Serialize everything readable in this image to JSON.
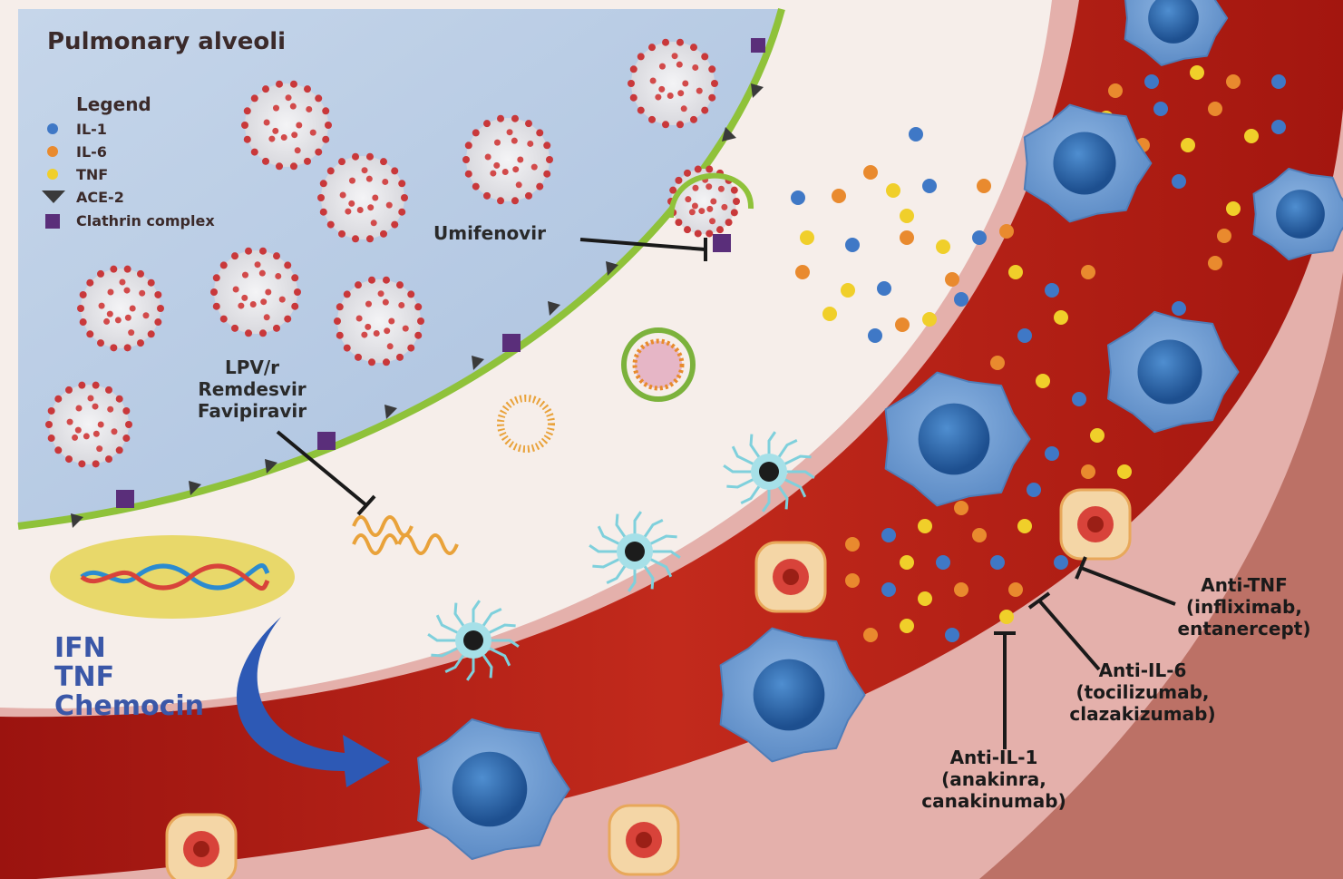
{
  "title": "Pulmonary alveoli",
  "legend": {
    "heading": "Legend",
    "items": [
      {
        "label": "IL-1",
        "color": "#3f78c6",
        "shape": "dot"
      },
      {
        "label": "IL-6",
        "color": "#e98a2e",
        "shape": "dot"
      },
      {
        "label": "TNF",
        "color": "#f0cf2a",
        "shape": "dot"
      },
      {
        "label": "ACE-2",
        "color": "#3a3a3a",
        "shape": "triangle"
      },
      {
        "label": "Clathrin complex",
        "color": "#5a2e7a",
        "shape": "square"
      }
    ]
  },
  "drugs": {
    "umifenovir": "Umifenovir",
    "antiviral": [
      "LPV/r",
      "Remdesvir",
      "Favipiravir"
    ],
    "anti_tnf": [
      "Anti-TNF",
      "(infliximab,",
      "entanercept)"
    ],
    "anti_il6": [
      "Anti-IL-6",
      "(tocilizumab,",
      "clazakizumab)"
    ],
    "anti_il1": [
      "Anti-IL-1",
      "(anakinra,",
      "canakinumab)"
    ]
  },
  "signals": [
    "IFN",
    "TNF",
    "Chemocin"
  ],
  "colors": {
    "alveolus": "#b9cde6",
    "membrane": "#8fc23a",
    "interstitium": "#f6eeea",
    "vessel": "#b81e16",
    "vessel_wall": "#e0a4a0",
    "macrophage": "#6f9fd6",
    "text_dark": "#3b2a2a",
    "text_blue": "#3a57a8"
  }
}
